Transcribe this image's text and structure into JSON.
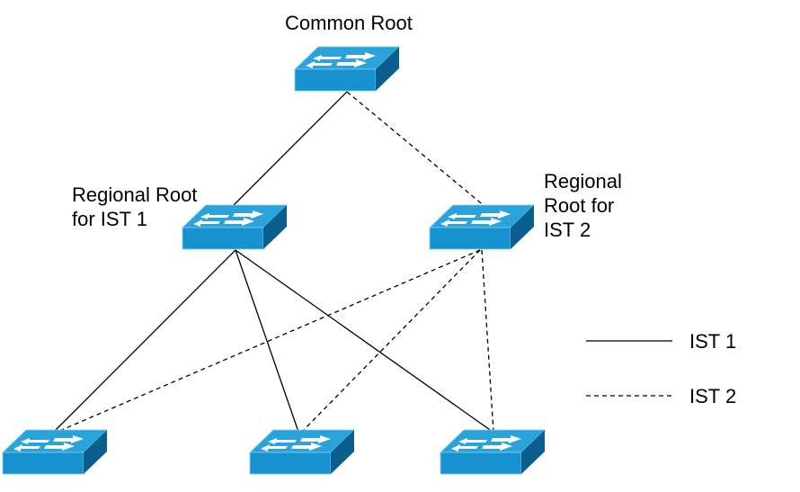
{
  "labels": {
    "common_root": "Common Root",
    "regional_root_1": "Regional Root\nfor IST 1",
    "regional_root_2": "Regional\nRoot for\nIST 2"
  },
  "legend": [
    {
      "label": "IST 1",
      "style": "solid"
    },
    {
      "label": "IST 2",
      "style": "dashed"
    }
  ],
  "colors": {
    "switch_top": "#2aa3db",
    "switch_front": "#1792cf",
    "switch_side": "#0a5f8e",
    "link": "#000000"
  },
  "icons": {
    "switch": "network-switch-icon"
  }
}
